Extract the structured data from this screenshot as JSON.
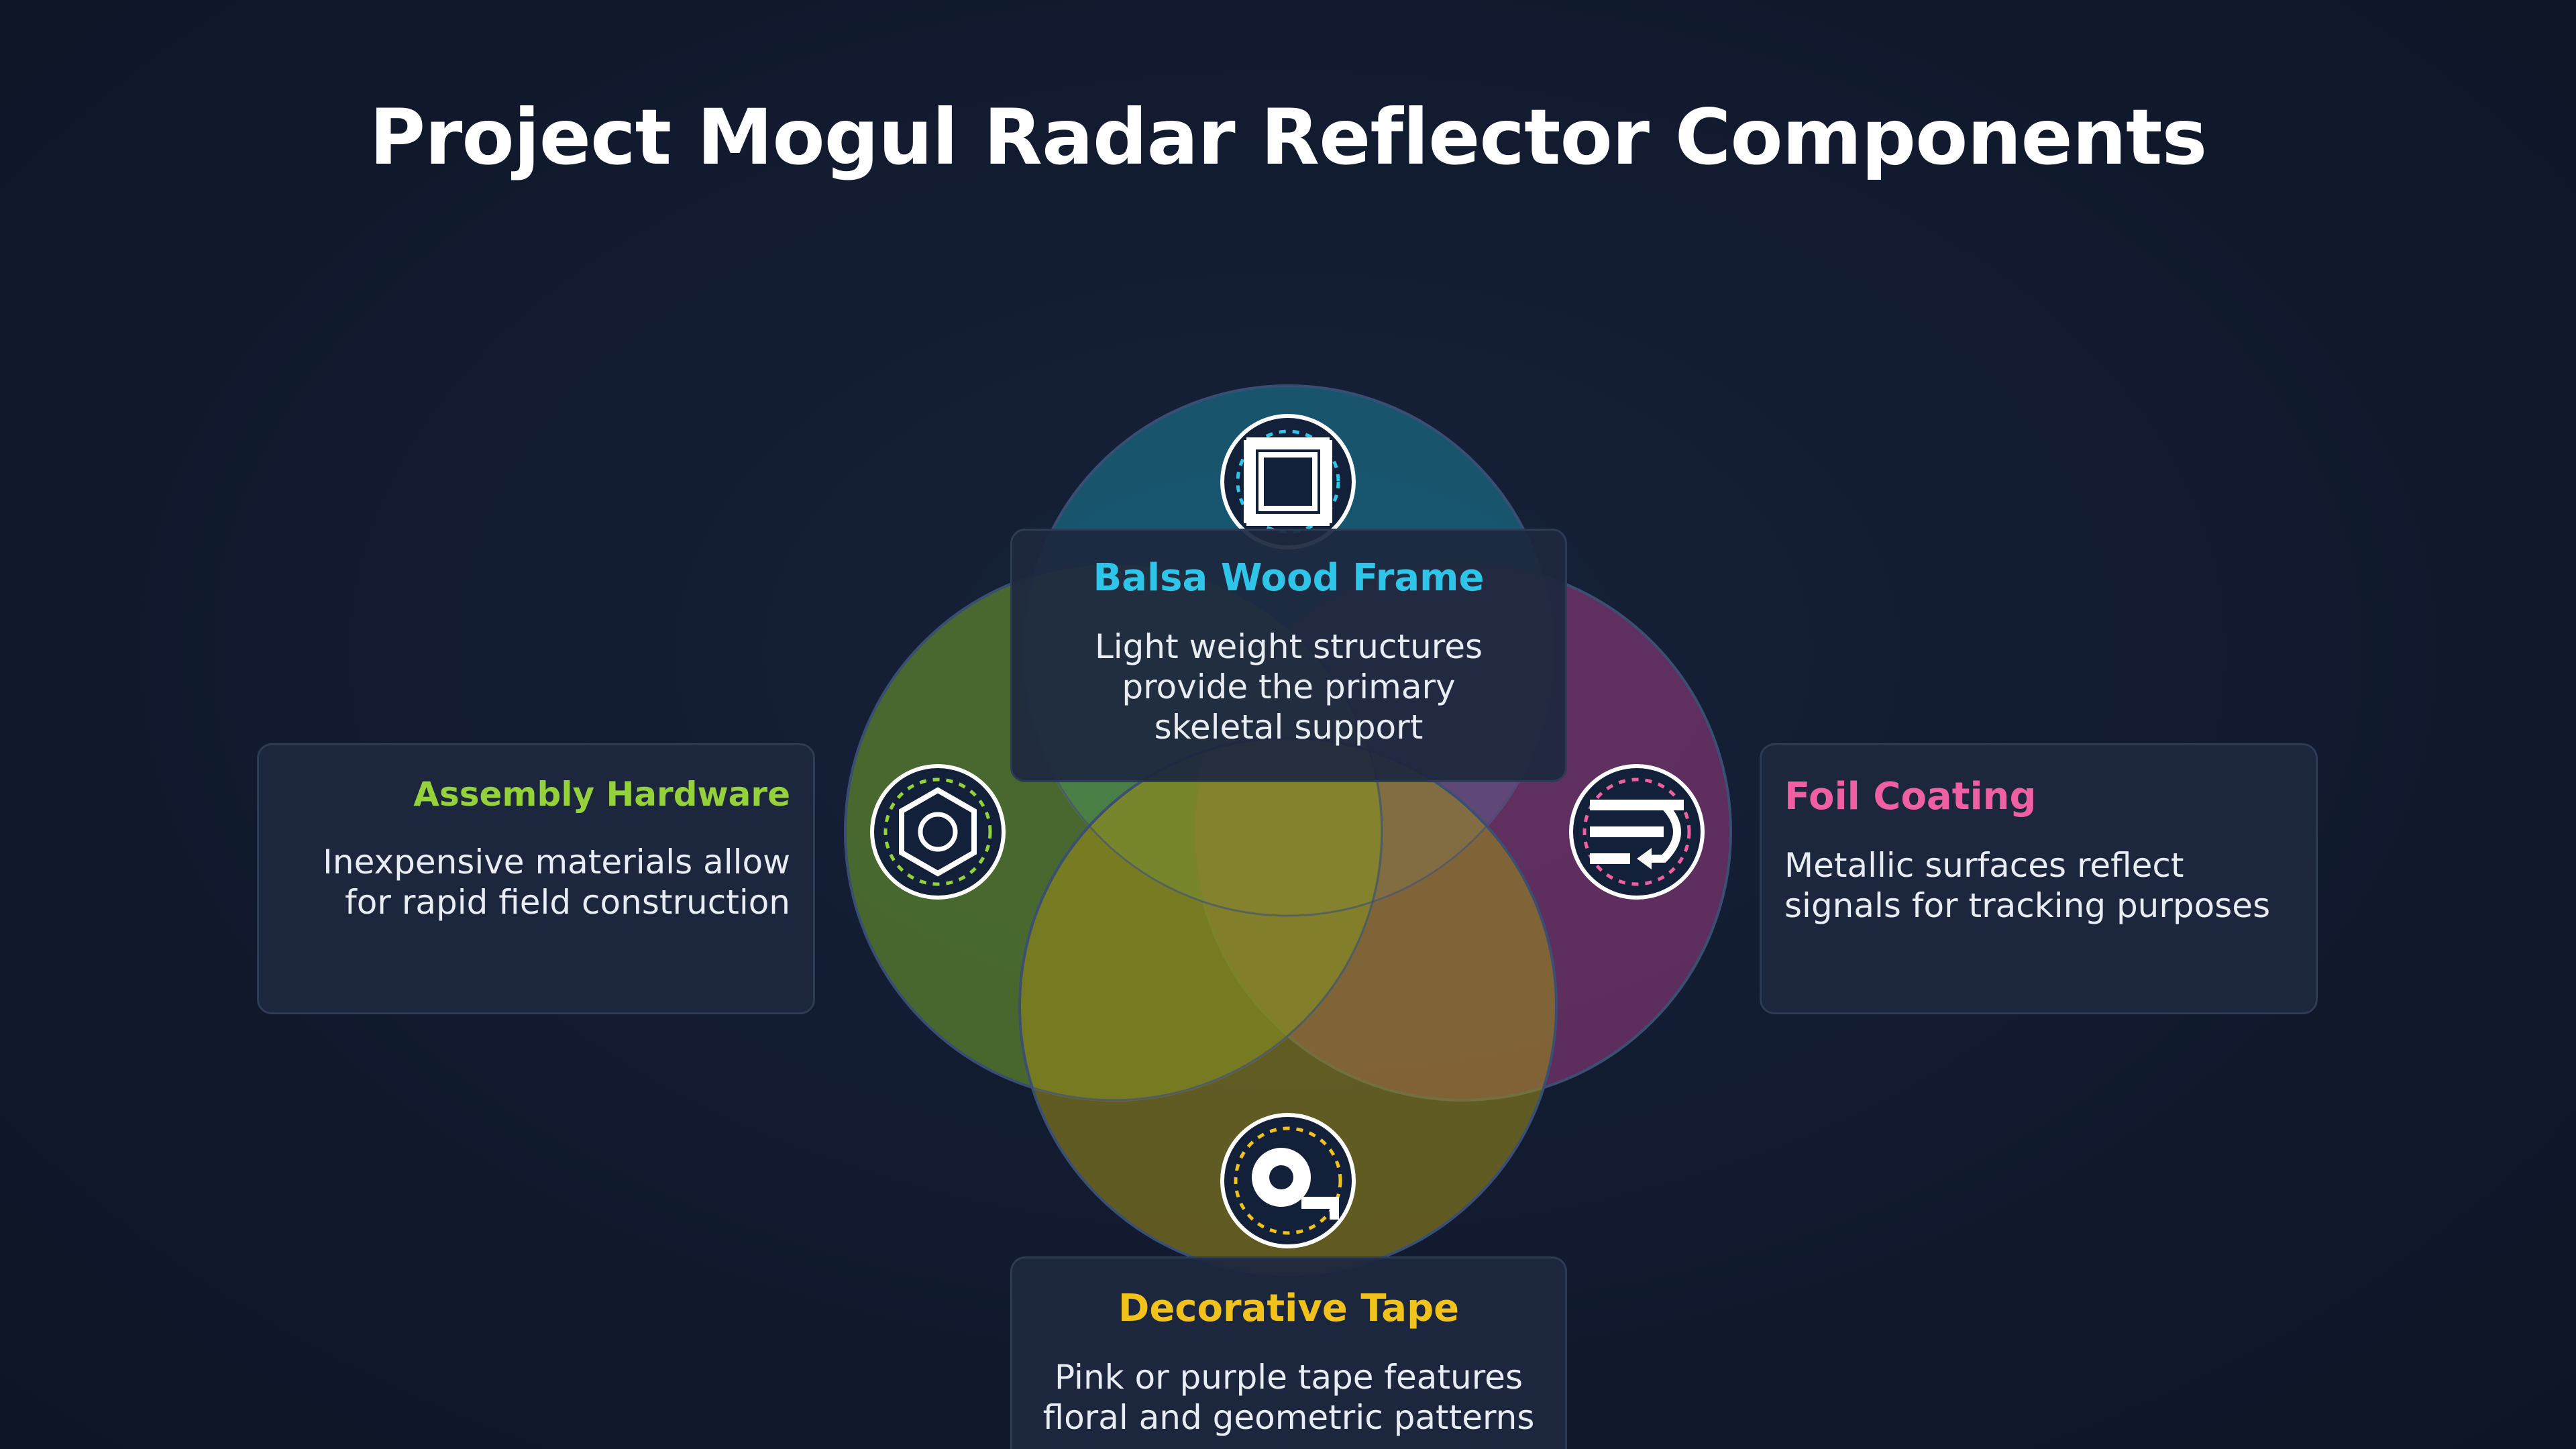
{
  "title": "Project Mogul Radar Reflector Components",
  "colors": {
    "background": "#111a2e",
    "frame": "#1a6f8a",
    "hardware": "#5f8a2c",
    "foil": "#8a3d78",
    "tape": "#8a7a1a",
    "frame_text": "#2ec5e8",
    "hardware_text": "#95d13b",
    "foil_text": "#ee5fa3",
    "tape_text": "#f1c21b"
  },
  "components": {
    "frame": {
      "title": "Balsa Wood Frame",
      "description_lines": [
        "Light weight structures",
        "provide the primary",
        "skeletal support"
      ],
      "icon": "frame-icon"
    },
    "hardware": {
      "title": "Assembly Hardware",
      "description_lines": [
        "Inexpensive materials allow",
        "for rapid field construction"
      ],
      "icon": "hex-nut-icon"
    },
    "foil": {
      "title": "Foil Coating",
      "description_lines": [
        "Metallic surfaces reflect",
        "signals for tracking purposes"
      ],
      "icon": "foil-wrap-icon"
    },
    "tape": {
      "title": "Decorative Tape",
      "description_lines": [
        "Pink or purple tape features",
        "floral and geometric patterns"
      ],
      "icon": "tape-roll-icon"
    }
  }
}
